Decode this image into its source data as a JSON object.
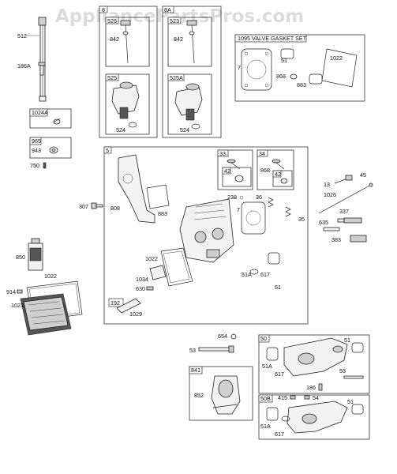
{
  "watermark": "AppliancePartsPros.com",
  "labels": {
    "p512": "512",
    "p186a": "186A",
    "p1024a": "1024A",
    "p965": "965",
    "p943": "943",
    "p750": "750",
    "p850": "850",
    "p914": "914",
    "p1022b": "1022",
    "p1023": "1023",
    "g8": "8",
    "p526": "526",
    "p842a": "842",
    "p525": "525",
    "p524a": "524",
    "g8a": "8A",
    "p523": "523",
    "p842b": "842",
    "p525a": "525A",
    "p524b": "524",
    "gasket_title": "1095 VALVE GASKET SET",
    "p7a": "7",
    "p51a": "51",
    "p1022a": "1022",
    "p868": "868",
    "p883a": "883",
    "g5": "5",
    "p307": "307",
    "p808": "808",
    "p883b": "883",
    "p33": "33",
    "p42a": "42",
    "p34": "34",
    "p42b": "42",
    "p868b": "868",
    "p238": "238",
    "p36": "36",
    "p7b": "7",
    "p35": "35",
    "p1022c": "1022",
    "p1034": "1034",
    "p630": "630",
    "p192": "192",
    "p1029": "1029",
    "p51a_b": "51A",
    "p617a": "617",
    "p51b": "51",
    "p13": "13",
    "p45": "45",
    "p1026": "1026",
    "p337": "337",
    "p635": "635",
    "p383": "383",
    "p654": "654",
    "p53a": "53",
    "g50": "50",
    "p51c": "51",
    "p51a_c": "51A",
    "p617b": "617",
    "p53b": "53",
    "p186": "186",
    "p415": "415",
    "p54": "54",
    "p841": "841",
    "p852": "852",
    "g50b": "50B",
    "p51d": "51",
    "p51a_d": "51A",
    "p617c": "617"
  }
}
